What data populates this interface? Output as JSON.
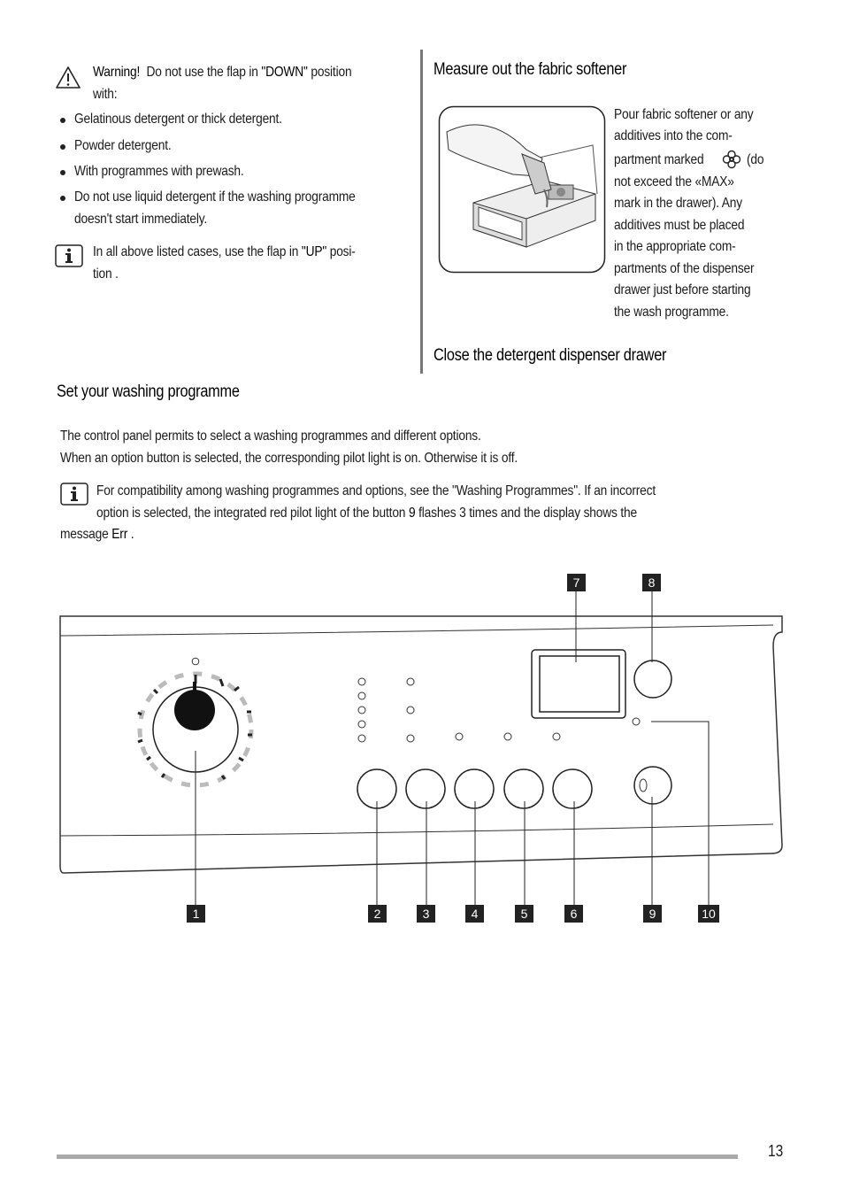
{
  "left_column": {
    "warning_label": "Warning!",
    "warning_text_1": "Do not use the flap in",
    "warning_down": "\"DOWN\"",
    "warning_text_2": "position",
    "warning_text_3": "with:",
    "bullets": [
      "Gelatinous detergent or thick detergent.",
      "Powder detergent.",
      "With programmes with prewash.",
      "Do not use liquid detergent if the washing programme",
      "doesn't start immediately."
    ],
    "info_text_1": "In all above listed cases, use the flap in",
    "info_up": "\"UP\"",
    "info_text_2": "posi-",
    "info_text_3": "tion ."
  },
  "right_column": {
    "heading_softener": "Measure out the fabric softener",
    "softener_lines": [
      "Pour fabric softener or any",
      "additives into the com-",
      "partment marked",
      "(do",
      "not exceed the «MAX»",
      "mark in the drawer). Any",
      "additives must be placed",
      "in the appropriate com-",
      "partments of the dispenser",
      "drawer just before starting",
      "the wash programme."
    ],
    "heading_close": "Close the detergent dispenser drawer"
  },
  "programme_section": {
    "heading": "Set your washing programme",
    "para_1": "The control panel permits to select a washing programmes and different options.",
    "para_2": "When an option button is selected, the corresponding pilot light is on. Otherwise it is off.",
    "info_1": "For compatibility among washing programmes and options, see the \"Washing Programmes\". If an incorrect",
    "info_2a": "option is selected, the integrated red pilot light of the button",
    "info_2_btn": "9",
    "info_2b": "flashes 3 times and the display shows the",
    "info_3a": "message",
    "info_3_err": "Err",
    "info_3b": "."
  },
  "diagram_labels": {
    "top": [
      "7",
      "8"
    ],
    "bottom": [
      "1",
      "2",
      "3",
      "4",
      "5",
      "6",
      "9",
      "10"
    ]
  },
  "page_number": "13",
  "icons": [
    "warning-triangle-icon",
    "info-icon",
    "flower-softener-icon"
  ]
}
